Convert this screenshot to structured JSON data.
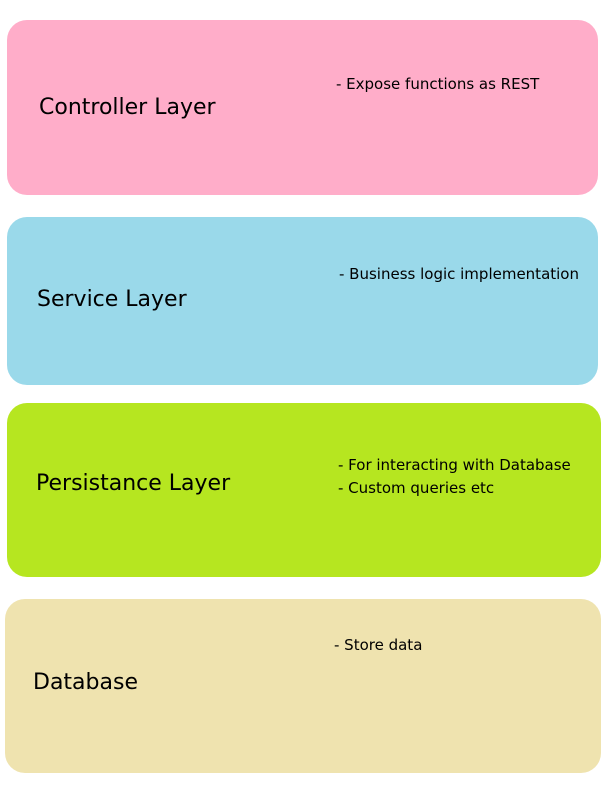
{
  "layers": [
    {
      "title": "Controller Layer",
      "color": "#ffadc9",
      "notes": [
        "- Expose functions as REST"
      ]
    },
    {
      "title": "Service Layer",
      "color": "#9ad9ea",
      "notes": [
        "- Business logic implementation"
      ]
    },
    {
      "title": "Persistance Layer",
      "color": "#b6e620",
      "notes": [
        "- For interacting with Database",
        "- Custom queries etc"
      ]
    },
    {
      "title": "Database",
      "color": "#efe3af",
      "notes": [
        "- Store data"
      ]
    }
  ]
}
